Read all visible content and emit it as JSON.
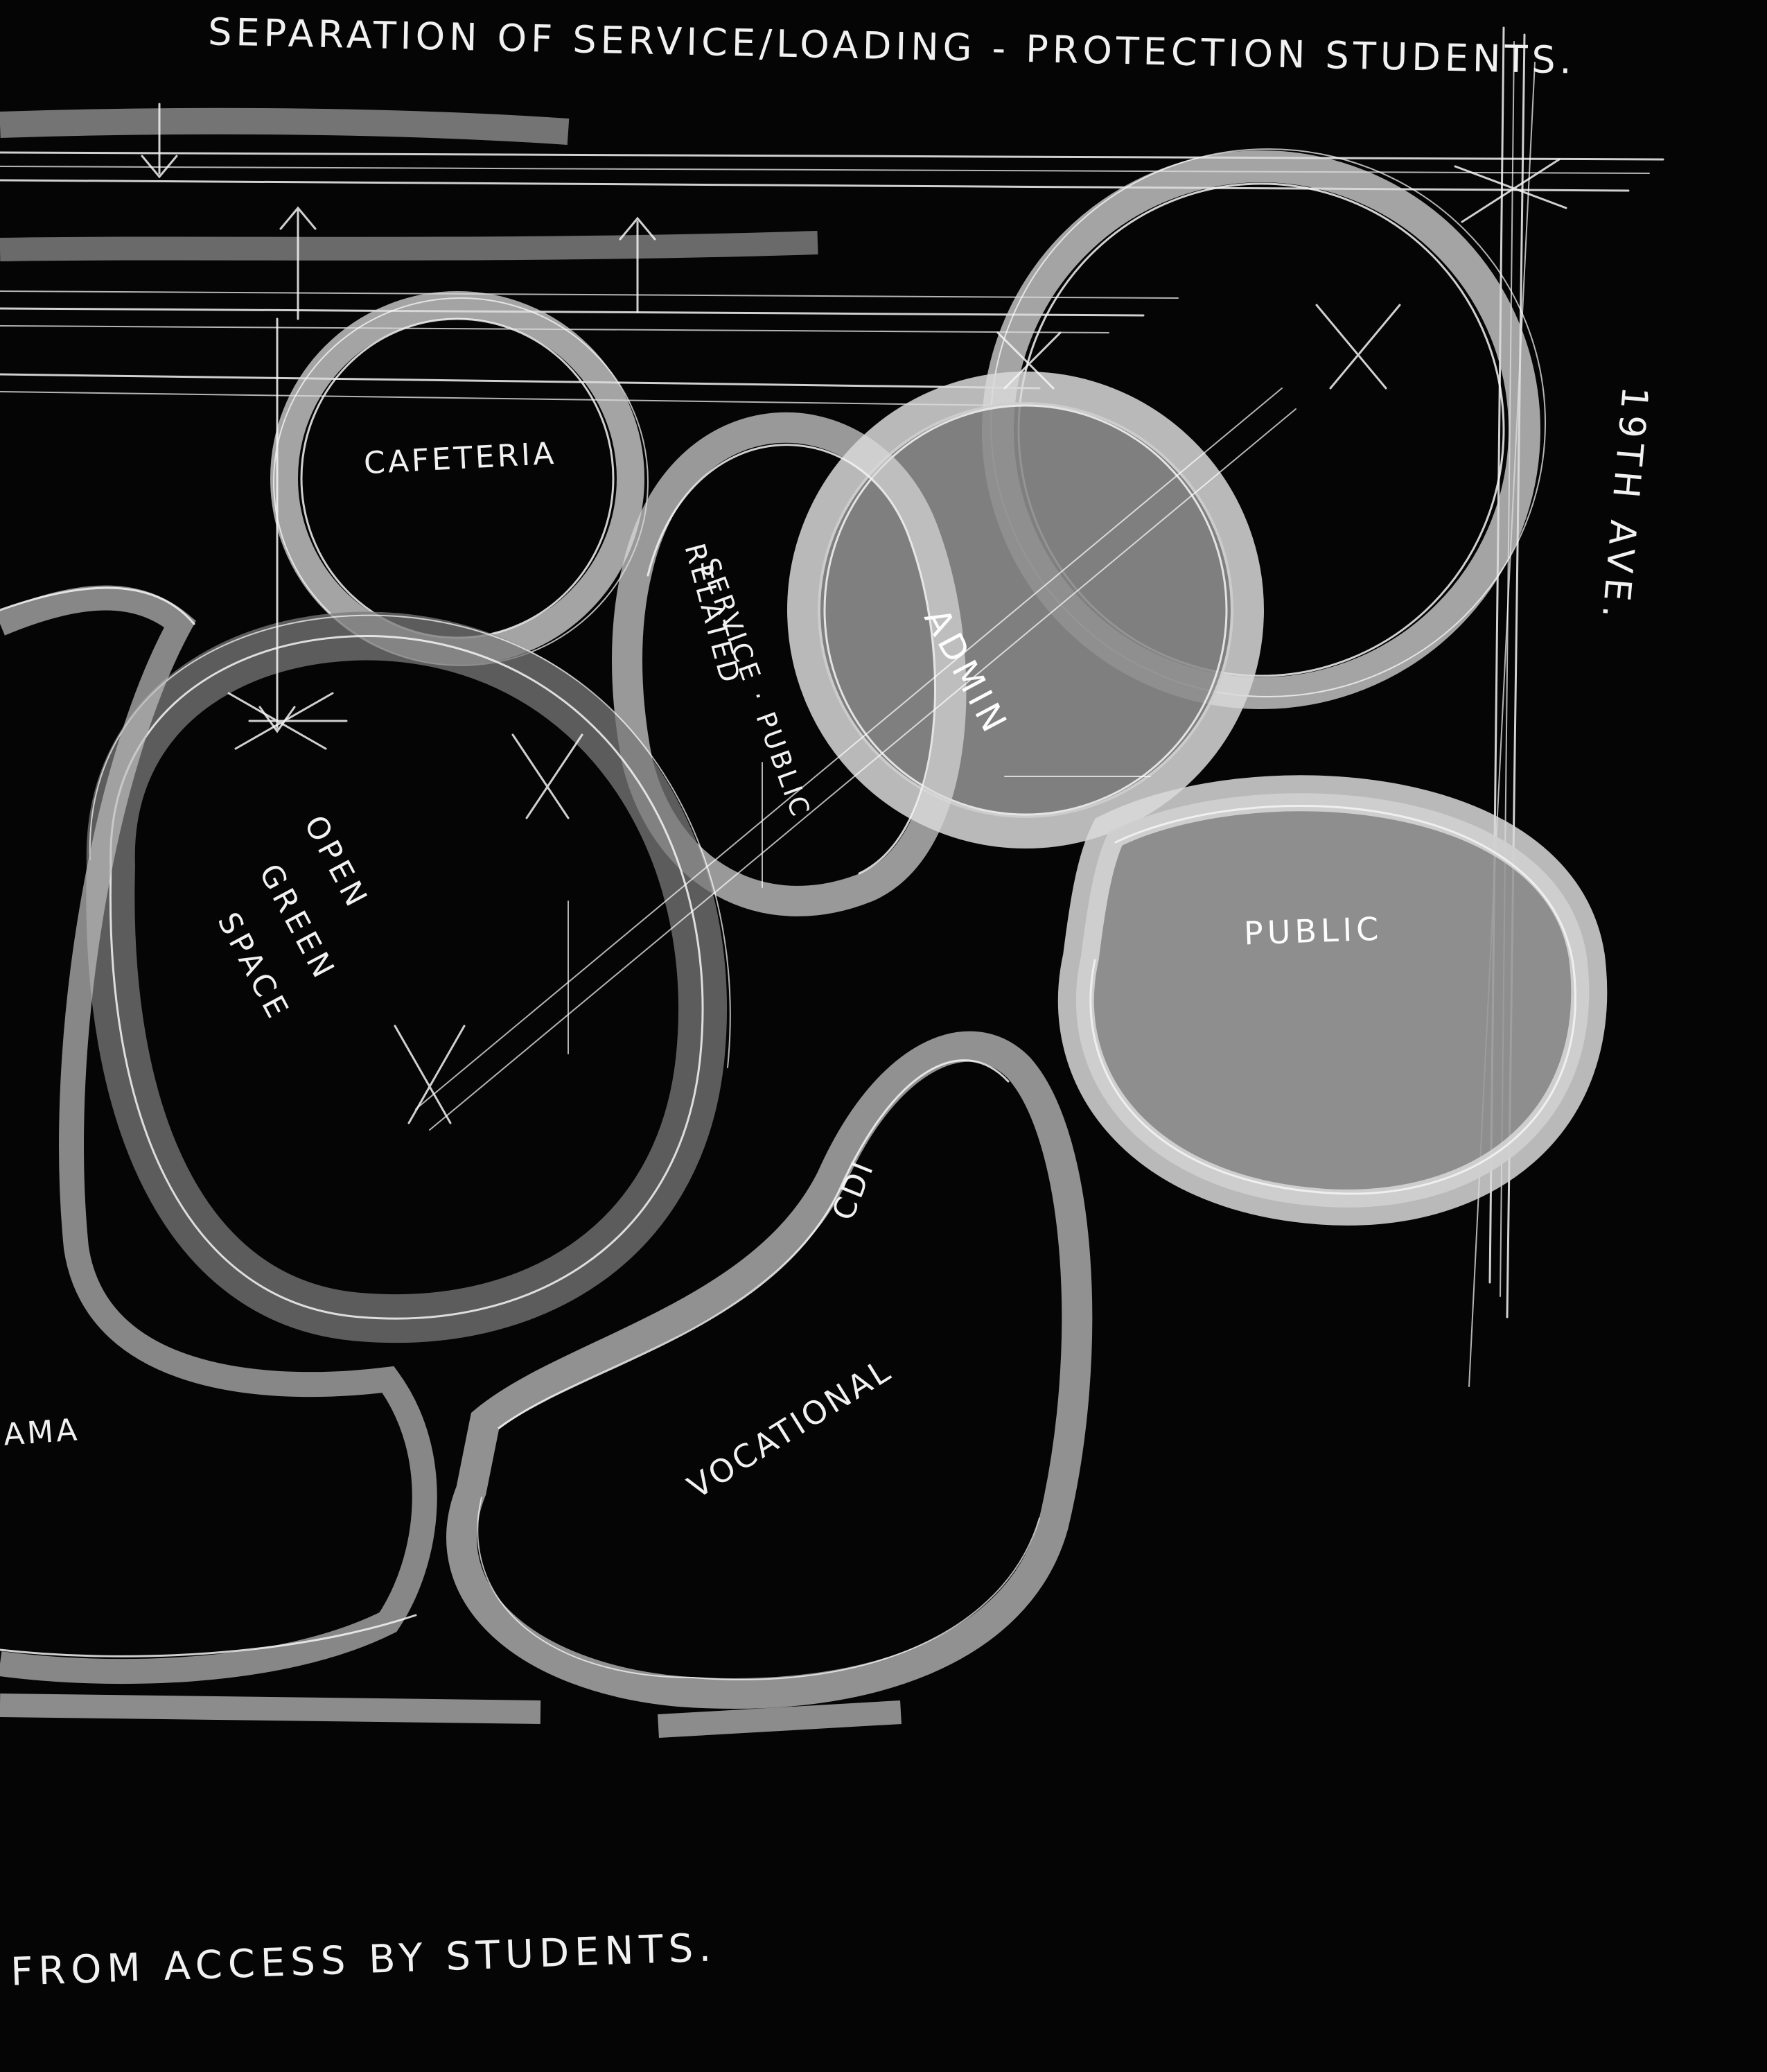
{
  "labels": {
    "header_note": "SEPARATION OF SERVICE/LOADING - PROTECTION STUDENTS.",
    "footer_note": "FROM ACCESS BY STUDENTS.",
    "cafeteria": "CAFETERIA",
    "related_service": "RELATED",
    "related_service_2": "SERVICE · PUBLIC",
    "admin": "ADMIN",
    "open_line1": "OPEN",
    "open_line2": "GREEN",
    "open_line3": "SPACE",
    "public": "PUBLIC",
    "cdi": "CDI",
    "vocational": "VOCATIONAL",
    "drama_fragment": "AMA",
    "street": "19th AVE."
  },
  "colors": {
    "background": "#050505",
    "ink": "#f1f1f1",
    "marker": "#d9d9d9",
    "public_fill": "#9a9a9a",
    "admin_fill": "#8d8d8d"
  }
}
